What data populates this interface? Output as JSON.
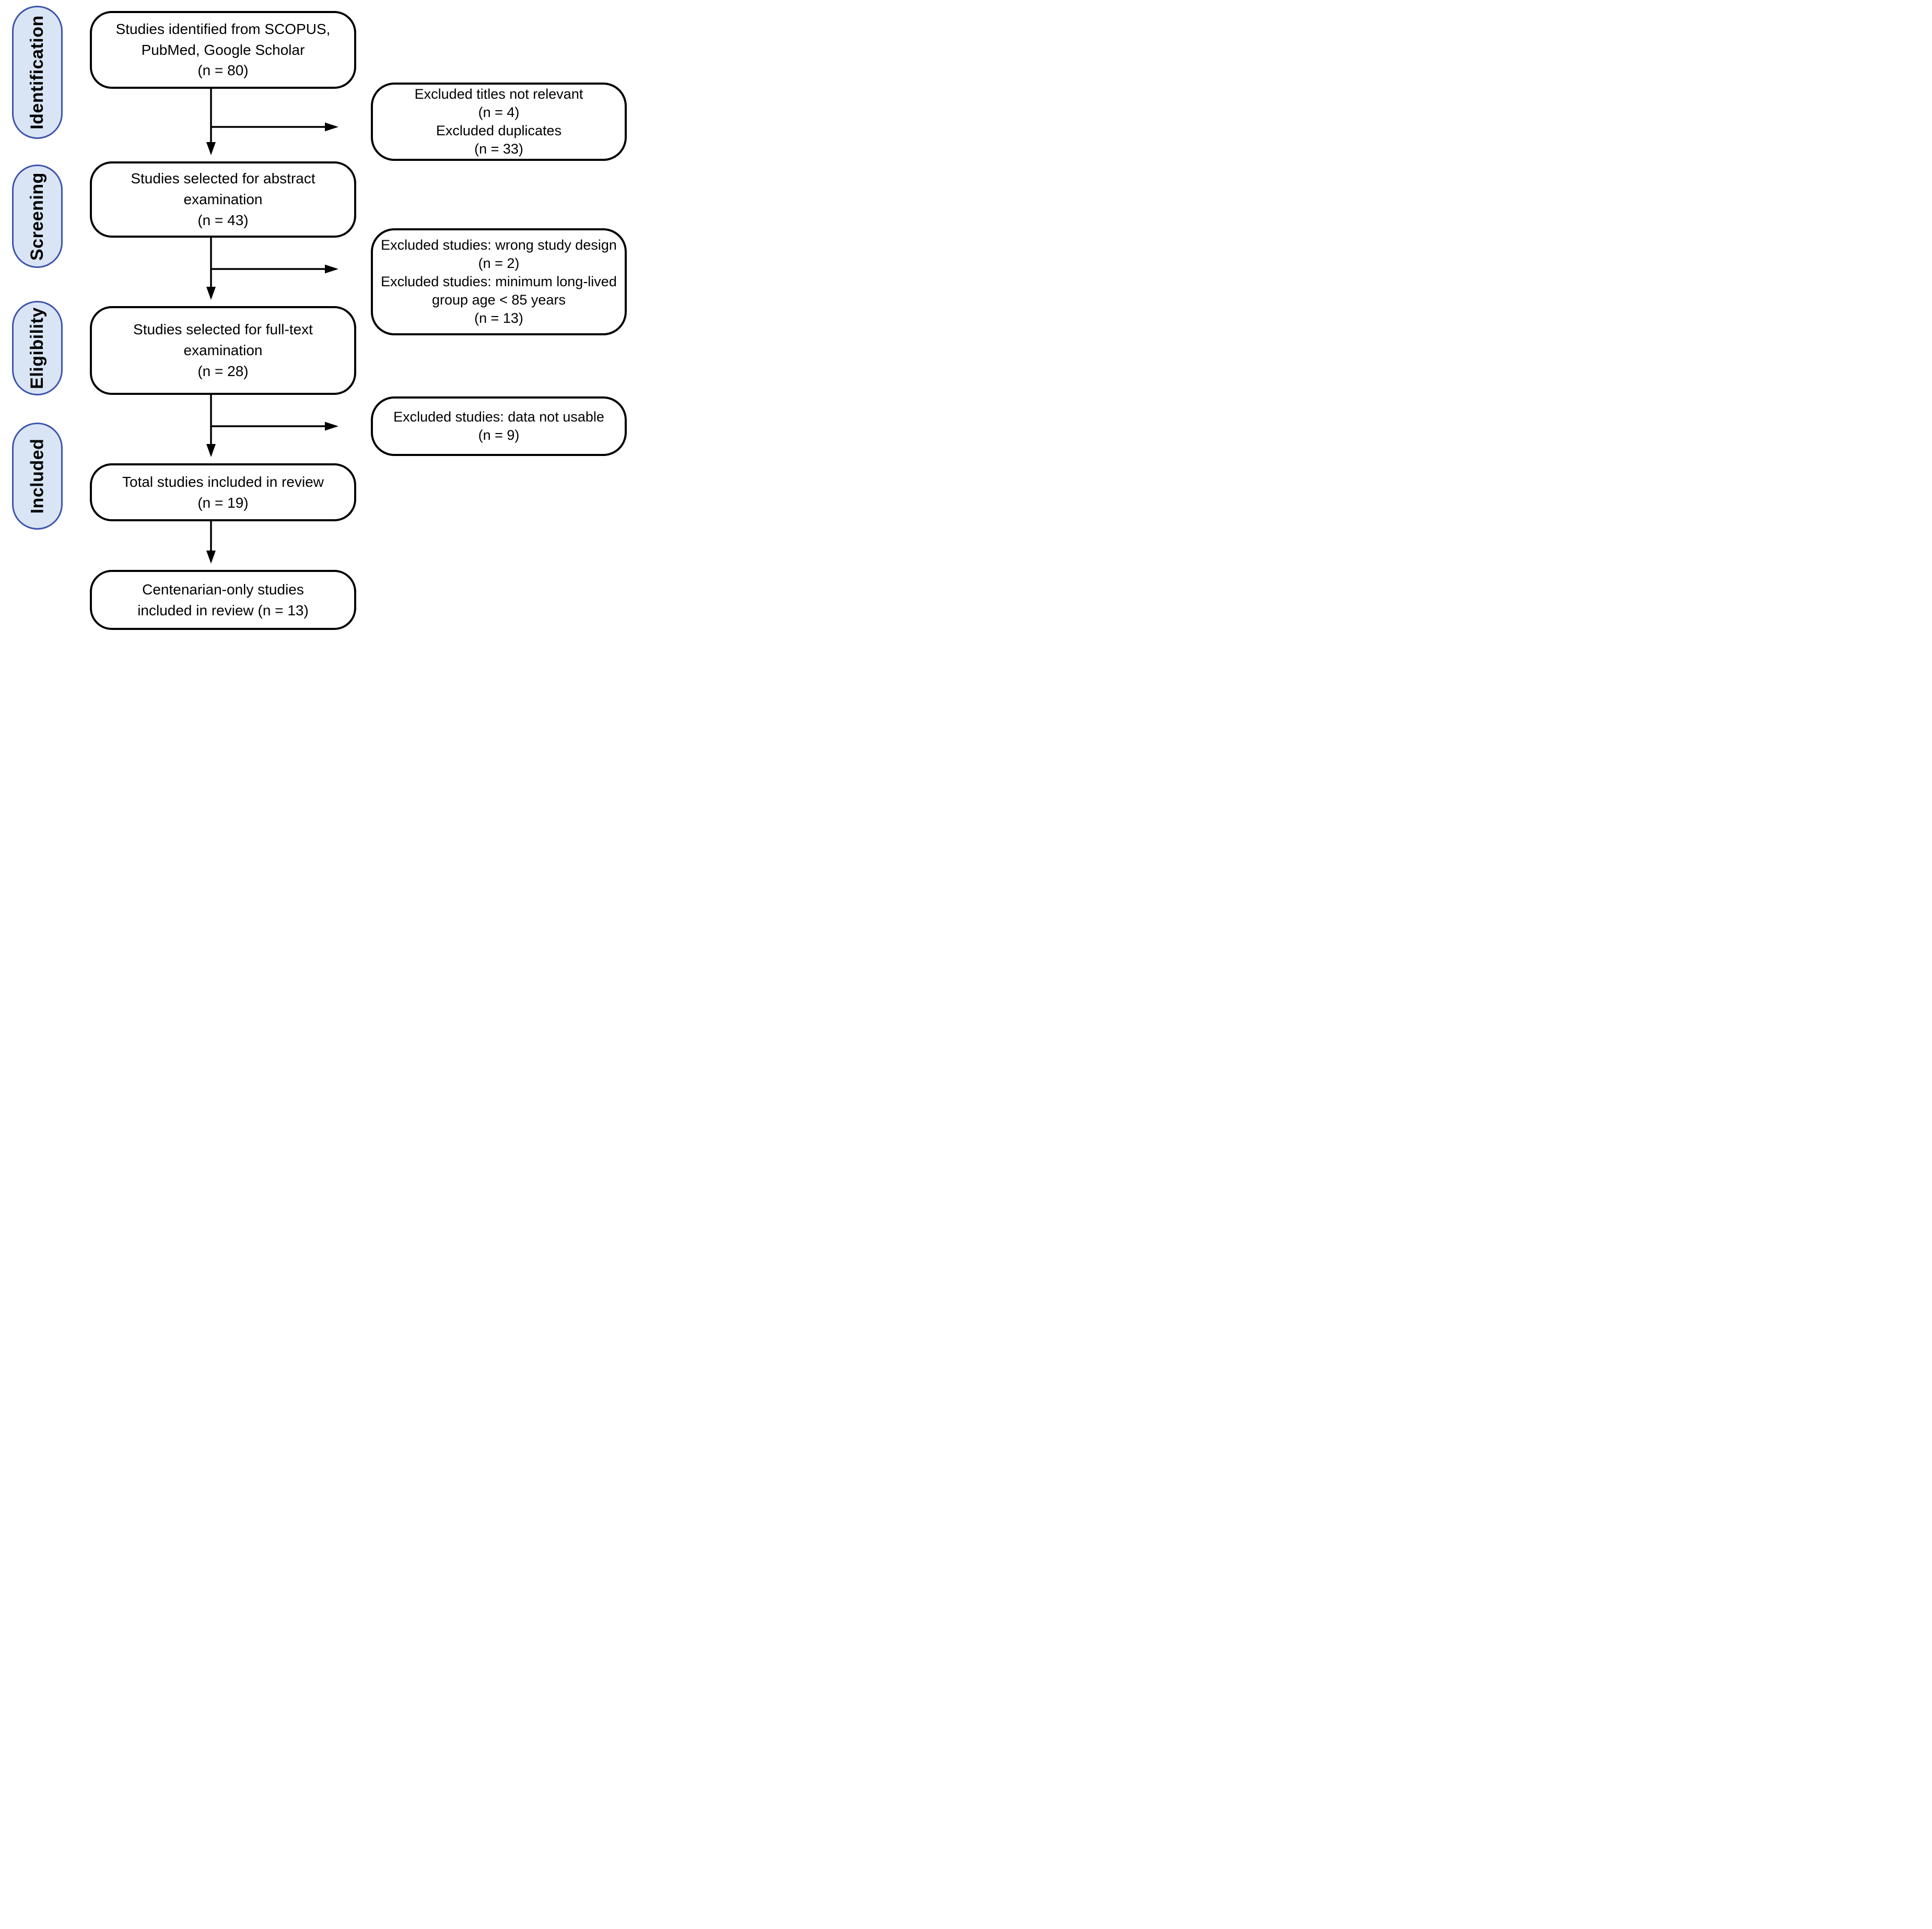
{
  "diagram": {
    "title_semantic": "PRISMA-style study selection flow diagram",
    "stages": [
      {
        "label": "Identification"
      },
      {
        "label": "Screening"
      },
      {
        "label": "Eligibility"
      },
      {
        "label": "Included"
      }
    ],
    "flow": [
      {
        "lines": [
          "Studies identified from SCOPUS,",
          "PubMed, Google Scholar",
          "(n = 80)"
        ],
        "n": 80
      },
      {
        "lines": [
          "Studies selected for abstract",
          "examination",
          "(n = 43)"
        ],
        "n": 43
      },
      {
        "lines": [
          "Studies selected for full-text",
          "examination",
          "(n = 28)"
        ],
        "n": 28
      },
      {
        "lines": [
          "Total studies included in review",
          "(n = 19)"
        ],
        "n": 19
      },
      {
        "lines": [
          "Centenarian-only studies",
          "included in review (n = 13)"
        ],
        "n": 13
      }
    ],
    "exclusions": [
      {
        "lines": [
          "Excluded titles not relevant",
          "(n = 4)",
          "Excluded duplicates",
          "(n = 33)"
        ],
        "counts": [
          4,
          33
        ]
      },
      {
        "lines": [
          "Excluded studies: wrong study design",
          "(n = 2)",
          "Excluded studies: minimum long-lived",
          "group age < 85 years",
          "(n = 13)"
        ],
        "counts": [
          2,
          13
        ]
      },
      {
        "lines": [
          "Excluded studies: data not usable",
          "(n = 9)"
        ],
        "counts": [
          9
        ]
      }
    ],
    "colors": {
      "stage_fill": "#d9e5f5",
      "stage_border": "#3e55ab",
      "box_border": "#000000",
      "arrow": "#000000",
      "text": "#000000",
      "background": "#ffffff"
    }
  }
}
